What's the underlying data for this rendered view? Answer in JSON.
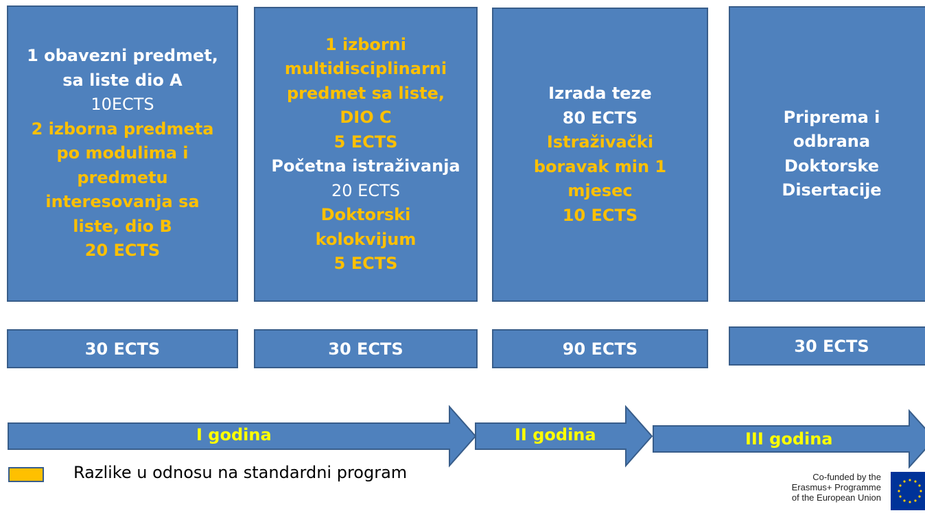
{
  "columns": [
    {
      "lines": [
        {
          "text": "1 obavezni predmet,",
          "bold": true,
          "color": "white"
        },
        {
          "text": "sa liste dio A",
          "bold": true,
          "color": "white"
        },
        {
          "text": "10ECTS",
          "bold": false,
          "color": "white"
        },
        {
          "text": "2 izborna  predmeta",
          "bold": true,
          "color": "yellow"
        },
        {
          "text": "po modulima i",
          "bold": true,
          "color": "yellow"
        },
        {
          "text": "predmetu",
          "bold": true,
          "color": "yellow"
        },
        {
          "text": "interesovanja sa",
          "bold": true,
          "color": "yellow"
        },
        {
          "text": "liste, dio B",
          "bold": true,
          "color": "yellow"
        },
        {
          "text": "20 ECTS",
          "bold": true,
          "color": "yellow"
        }
      ],
      "total": "30 ECTS"
    },
    {
      "lines": [
        {
          "text": "1 izborni",
          "bold": true,
          "color": "yellow"
        },
        {
          "text": "multidisciplinarni",
          "bold": true,
          "color": "yellow"
        },
        {
          "text": "predmet sa liste,",
          "bold": true,
          "color": "yellow"
        },
        {
          "text": "DIO C",
          "bold": true,
          "color": "yellow"
        },
        {
          "text": "5 ECTS",
          "bold": true,
          "color": "yellow"
        },
        {
          "text": "Početna istraživanja",
          "bold": true,
          "color": "white"
        },
        {
          "text": "20 ECTS",
          "bold": false,
          "color": "white"
        },
        {
          "text": "Doktorski",
          "bold": true,
          "color": "yellow"
        },
        {
          "text": "kolokvijum",
          "bold": true,
          "color": "yellow"
        },
        {
          "text": "5 ECTS",
          "bold": true,
          "color": "yellow"
        }
      ],
      "total": "30 ECTS"
    },
    {
      "lines": [
        {
          "text": "Izrada teze",
          "bold": true,
          "color": "white"
        },
        {
          "text": "80 ECTS",
          "bold": true,
          "color": "white"
        },
        {
          "text": "Istraživački",
          "bold": true,
          "color": "yellow"
        },
        {
          "text": "boravak min 1",
          "bold": true,
          "color": "yellow"
        },
        {
          "text": "mjesec",
          "bold": true,
          "color": "yellow"
        },
        {
          "text": "10 ECTS",
          "bold": true,
          "color": "yellow"
        }
      ],
      "total": "90 ECTS"
    },
    {
      "lines": [
        {
          "text": "Priprema i",
          "bold": true,
          "color": "white"
        },
        {
          "text": "odbrana",
          "bold": true,
          "color": "white"
        },
        {
          "text": "Doktorske",
          "bold": true,
          "color": "white"
        },
        {
          "text": "Disertacije",
          "bold": true,
          "color": "white"
        }
      ],
      "total": "30 ECTS"
    }
  ],
  "years": [
    "I godina",
    "II godina",
    "III godina"
  ],
  "legend": {
    "text": "Razlike u odnosu na standardni program",
    "swatch_color": "#ffc000"
  },
  "footer": {
    "cofunded_lines": [
      "Co-funded by the",
      "Erasmus+ Programme",
      "of the European Union"
    ],
    "flag_icon": "eu-flag-icon"
  },
  "colors": {
    "box_fill": "#4f81bd",
    "box_border": "#385d8a",
    "highlight": "#ffc000",
    "year_label": "#ffff00"
  }
}
